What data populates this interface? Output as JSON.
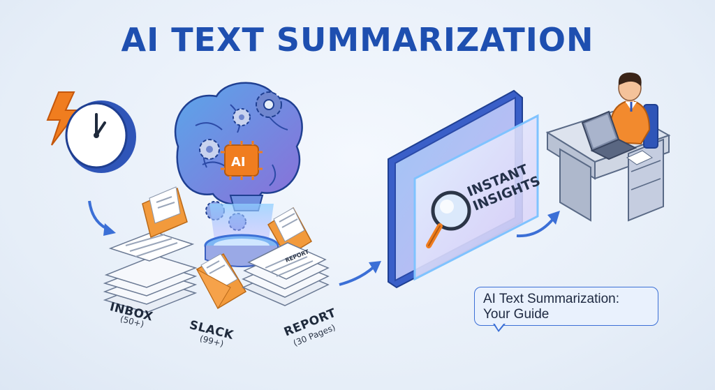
{
  "title": "AI TEXT SUMMARIZATION",
  "sources": {
    "inbox": {
      "label": "INBOX",
      "count": "(50+)"
    },
    "slack": {
      "label": "SLACK",
      "count": "(99+)"
    },
    "report": {
      "label": "REPORT",
      "count": "(30 Pages)",
      "doc_tag": "REPORT"
    }
  },
  "brain": {
    "chip_label": "AI"
  },
  "screen": {
    "line1": "INSTANT",
    "line2": "INSIGHTS"
  },
  "bubble": {
    "line1": "AI Text Summarization:",
    "line2": "Your Guide"
  },
  "colors": {
    "title": "#1e4fb0",
    "accent_blue": "#3b6fd6",
    "envelope_orange": "#f29a3c",
    "bolt_orange": "#f07d1f",
    "brain_purple": "#7b6fd4",
    "shirt_orange": "#f28a2e"
  },
  "icons": [
    "lightning-icon",
    "clock-icon",
    "brain-icon",
    "gear-icon",
    "ai-chip-icon",
    "envelope-icon",
    "document-stack-icon",
    "magnifier-icon",
    "monitor-icon",
    "person-icon",
    "laptop-icon",
    "desk-icon",
    "arrow-icon"
  ]
}
